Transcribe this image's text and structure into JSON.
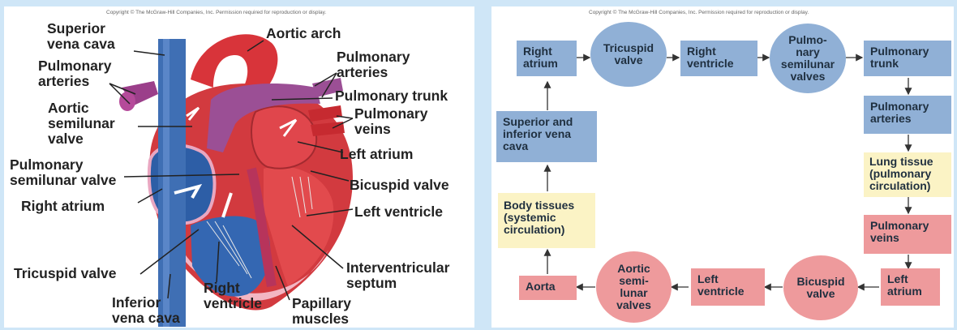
{
  "copyright": "Copyright © The McGraw-Hill Companies, Inc. Permission required for reproduction or display.",
  "anatomy_labels": {
    "superior_vena_cava": "Superior\nvena cava",
    "aortic_arch": "Aortic arch",
    "pulmonary_arteries_left": "Pulmonary\narteries",
    "pulmonary_arteries_right": "Pulmonary\narteries",
    "pulmonary_trunk": "Pulmonary trunk",
    "aortic_semilunar_valve": "Aortic\nsemilunar\nvalve",
    "pulmonary_veins": "Pulmonary\nveins",
    "left_atrium": "Left atrium",
    "pulmonary_semilunar_valve": "Pulmonary\nsemilunar valve",
    "bicuspid_valve": "Bicuspid valve",
    "right_atrium": "Right atrium",
    "left_ventricle": "Left ventricle",
    "tricuspid_valve": "Tricuspid valve",
    "interventricular_septum": "Interventricular\nseptum",
    "inferior_vena_cava": "Inferior\nvena cava",
    "right_ventricle": "Right\nventricle",
    "papillary_muscles": "Papillary\nmuscles"
  },
  "flow": {
    "right_atrium": "Right\natrium",
    "tricuspid_valve": "Tricuspid\nvalve",
    "right_ventricle": "Right\nventricle",
    "pulmonary_semilunar_valves": "Pulmo-\nnary\nsemilunar\nvalves",
    "pulmonary_trunk": "Pulmonary\ntrunk",
    "pulmonary_arteries": "Pulmonary\narteries",
    "lung_tissue": "Lung tissue\n(pulmonary\ncirculation)",
    "pulmonary_veins": "Pulmonary\nveins",
    "left_atrium": "Left\natrium",
    "bicuspid_valve": "Bicuspid\nvalve",
    "left_ventricle": "Left\nventricle",
    "aortic_semilunar_valves": "Aortic\nsemi-\nlunar\nvalves",
    "aorta": "Aorta",
    "body_tissues": "Body tissues\n(systemic\ncirculation)",
    "superior_inferior_vena_cava": "Superior and\ninferior vena\ncava"
  },
  "colors": {
    "blue": "#90b0d6",
    "pink": "#ee9a9c",
    "yellow": "#fbf3c5",
    "background": "#cfe6f7"
  }
}
